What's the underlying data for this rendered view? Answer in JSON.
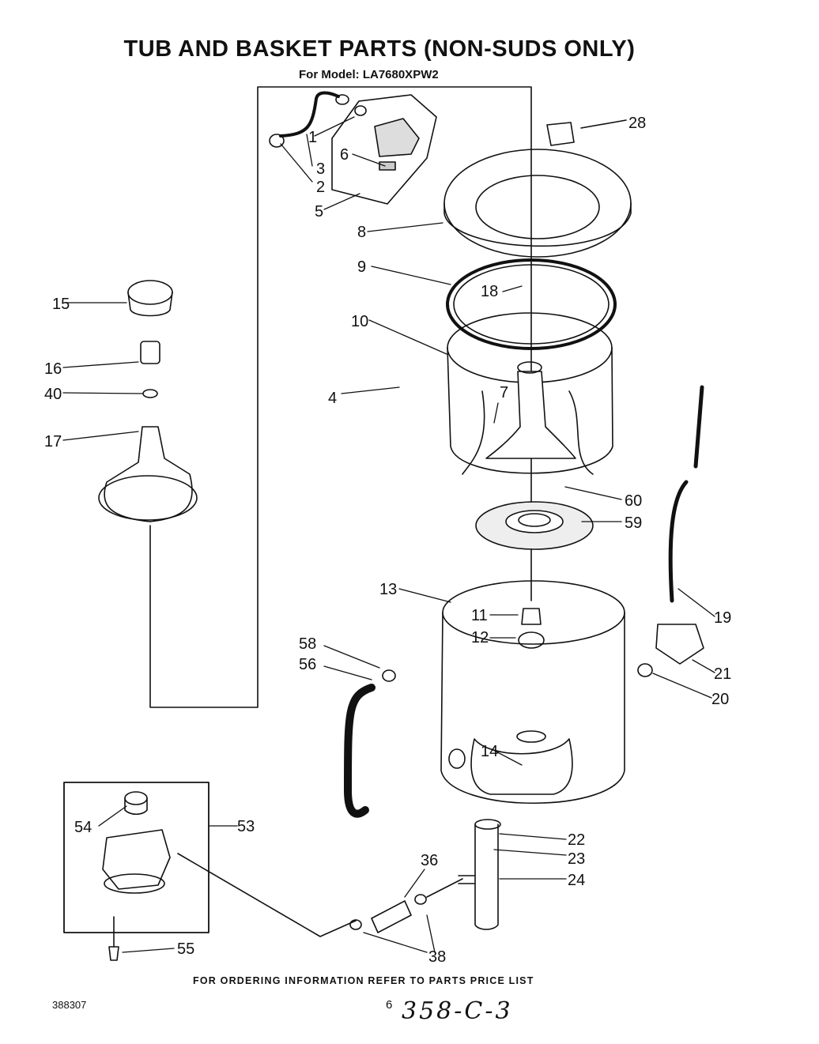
{
  "title": "TUB AND BASKET PARTS (NON-SUDS ONLY)",
  "subtitle": "For Model: LA7680XPW2",
  "footer": "FOR ORDERING INFORMATION REFER TO PARTS PRICE LIST",
  "doc_number": "388307",
  "page_number": "6",
  "handwritten_note": "358-C-3",
  "callouts": [
    "1",
    "2",
    "3",
    "4",
    "5",
    "6",
    "7",
    "8",
    "9",
    "10",
    "11",
    "12",
    "13",
    "14",
    "15",
    "16",
    "17",
    "18",
    "19",
    "20",
    "21",
    "22",
    "23",
    "24",
    "28",
    "36",
    "38",
    "40",
    "53",
    "54",
    "55",
    "56",
    "58",
    "59",
    "60"
  ]
}
